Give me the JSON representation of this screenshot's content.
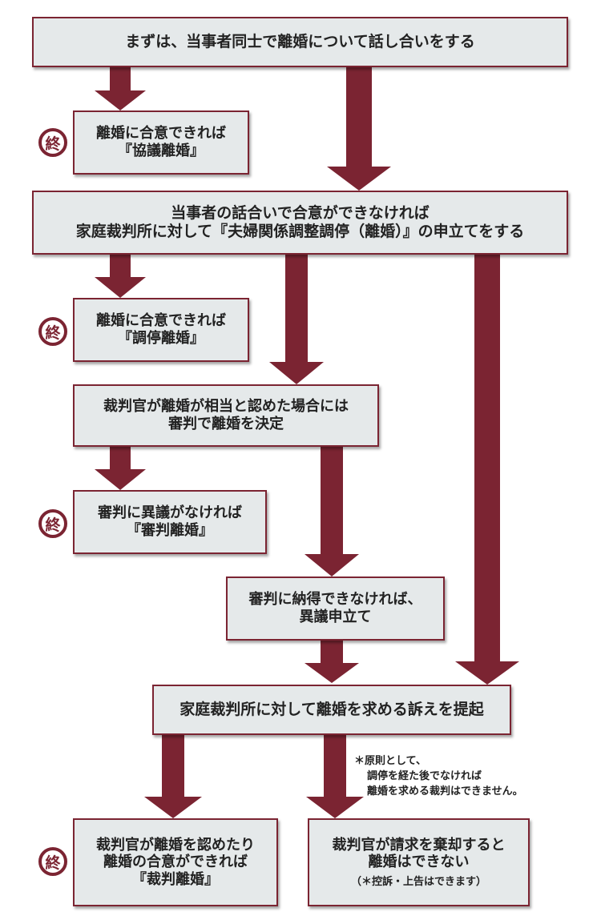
{
  "end_marker": "終",
  "boxes": {
    "b1": "まずは、当事者同士で離婚について話し合いをする",
    "b2": {
      "l1": "離婚に合意できれば",
      "l2": "『協議離婚』"
    },
    "b3": {
      "l1": "当事者の話合いで合意ができなければ",
      "l2": "家庭裁判所に対して『夫婦関係調整調停（離婚）』の申立てをする"
    },
    "b4": {
      "l1": "離婚に合意できれば",
      "l2": "『調停離婚』"
    },
    "b5": {
      "l1": "裁判官が離婚が相当と認めた場合には",
      "l2": "審判で離婚を決定"
    },
    "b6": {
      "l1": "審判に異議がなければ",
      "l2": "『審判離婚』"
    },
    "b7": {
      "l1": "審判に納得できなければ、",
      "l2": "異議申立て"
    },
    "b8": "家庭裁判所に対して離婚を求める訴えを提起",
    "b9": {
      "l1": "裁判官が離婚を認めたり",
      "l2": "離婚の合意ができれば",
      "l3": "『裁判離婚』"
    },
    "b10": {
      "l1": "裁判官が請求を棄却すると",
      "l2": "離婚はできない",
      "l3": "（＊控訴・上告はできます）"
    }
  },
  "note": {
    "l1": "＊原則として、",
    "l2": "調停を経た後でなければ",
    "l3": "離婚を求める裁判はできません。"
  },
  "colors": {
    "accent": "#7b2432",
    "box_fill": "#e5e9ea"
  }
}
